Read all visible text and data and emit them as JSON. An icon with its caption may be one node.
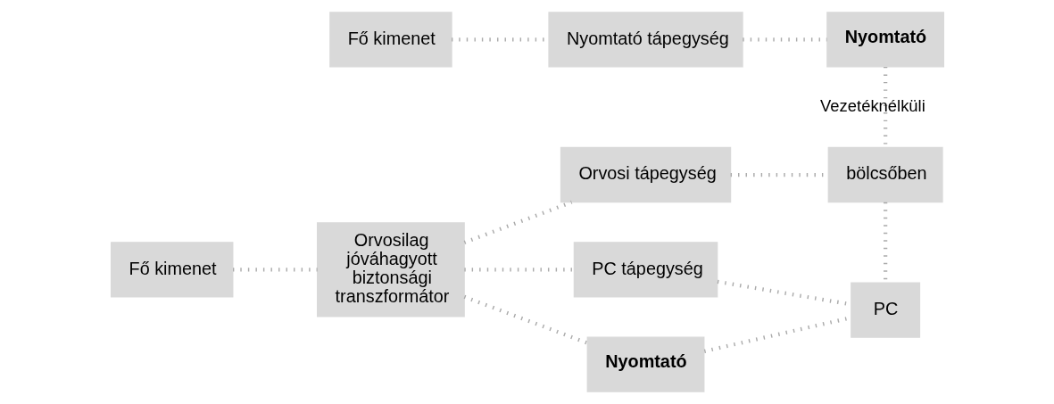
{
  "diagram": {
    "nodes": [
      {
        "text": [
          "Fő kimenet"
        ]
      },
      {
        "text": [
          "Nyomtató tápegység"
        ]
      },
      {
        "text": [
          "Nyomtató"
        ]
      },
      {
        "text": [
          "Orvosi tápegység"
        ]
      },
      {
        "text": [
          "bölcsőben"
        ]
      },
      {
        "text": [
          "Fő kimenet"
        ]
      },
      {
        "text": [
          "Orvosilag jóváhagyott biztonsági transzformátor"
        ]
      },
      {
        "text": [
          "PC tápegység"
        ]
      },
      {
        "text": [
          "PC"
        ]
      },
      {
        "text": [
          "Nyomtató"
        ]
      }
    ],
    "edges": [
      {
        "from": 0,
        "to": 1,
        "arrow": "none"
      },
      {
        "from": 1,
        "to": 2,
        "arrow": "none"
      },
      {
        "from": 2,
        "to": 4,
        "arrow": "none",
        "label": "Vezetéknélküli"
      },
      {
        "from": 6,
        "to": 3,
        "arrow": "none"
      },
      {
        "from": 3,
        "to": 4,
        "arrow": "none"
      },
      {
        "from": 5,
        "to": 6,
        "arrow": "none"
      },
      {
        "from": 6,
        "to": 7,
        "arrow": "none"
      },
      {
        "from": 7,
        "to": 8,
        "arrow": "none"
      },
      {
        "from": 4,
        "to": 8,
        "arrow": "none"
      },
      {
        "from": 6,
        "to": 9,
        "arrow": "none"
      },
      {
        "from": 9,
        "to": 8,
        "arrow": "none"
      }
    ]
  }
}
